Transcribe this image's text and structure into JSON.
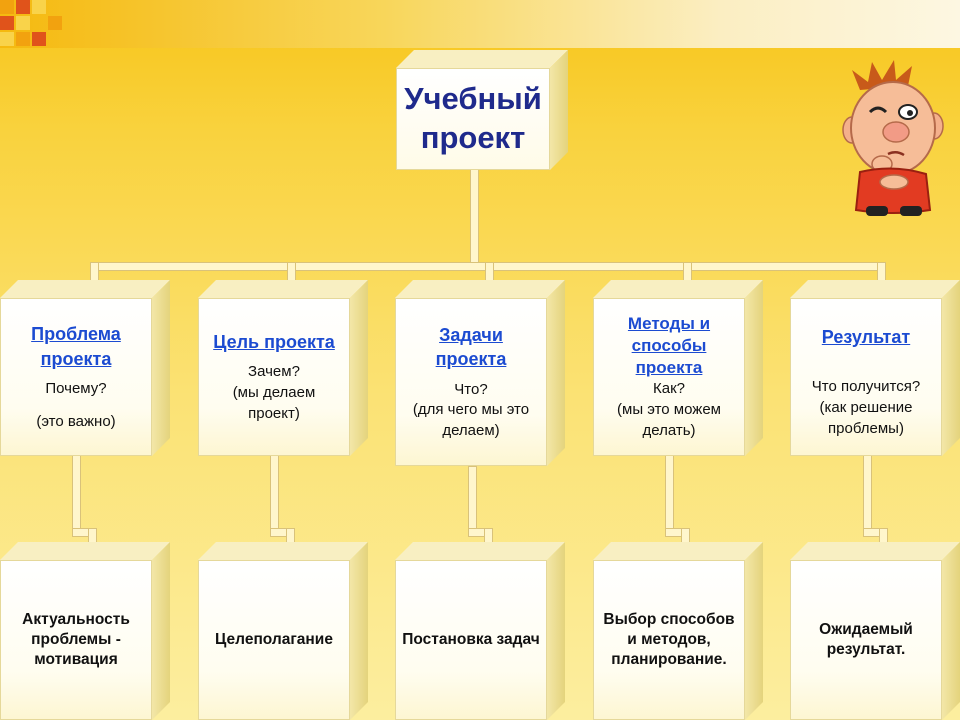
{
  "root": {
    "title": "Учебный проект"
  },
  "columns": [
    {
      "title": "Проблема проекта",
      "question": "Почему?",
      "note": "(это важно)",
      "result": "Актуальность проблемы - мотивация"
    },
    {
      "title": "Цель проекта",
      "question": "Зачем?",
      "note": "(мы делаем проект)",
      "result": "Целеполагание"
    },
    {
      "title": "Задачи проекта",
      "question": "Что?",
      "note": "(для чего мы это делаем)",
      "result": "Постановка задач"
    },
    {
      "title": "Методы и способы проекта",
      "question": "Как?",
      "note": "(мы это можем делать)",
      "result": "Выбор способов и методов, планирование."
    },
    {
      "title": "Результат",
      "question": "Что получится?",
      "note": "(как решение проблемы)",
      "result": "Ожидаемый результат."
    }
  ],
  "colors": {
    "title_blue": "#1c4bd1",
    "root_text": "#1f2a8c",
    "accent_orange": "#f2a20f",
    "accent_red": "#e0531b"
  },
  "icons": [
    "thinking-boy-clipart"
  ]
}
